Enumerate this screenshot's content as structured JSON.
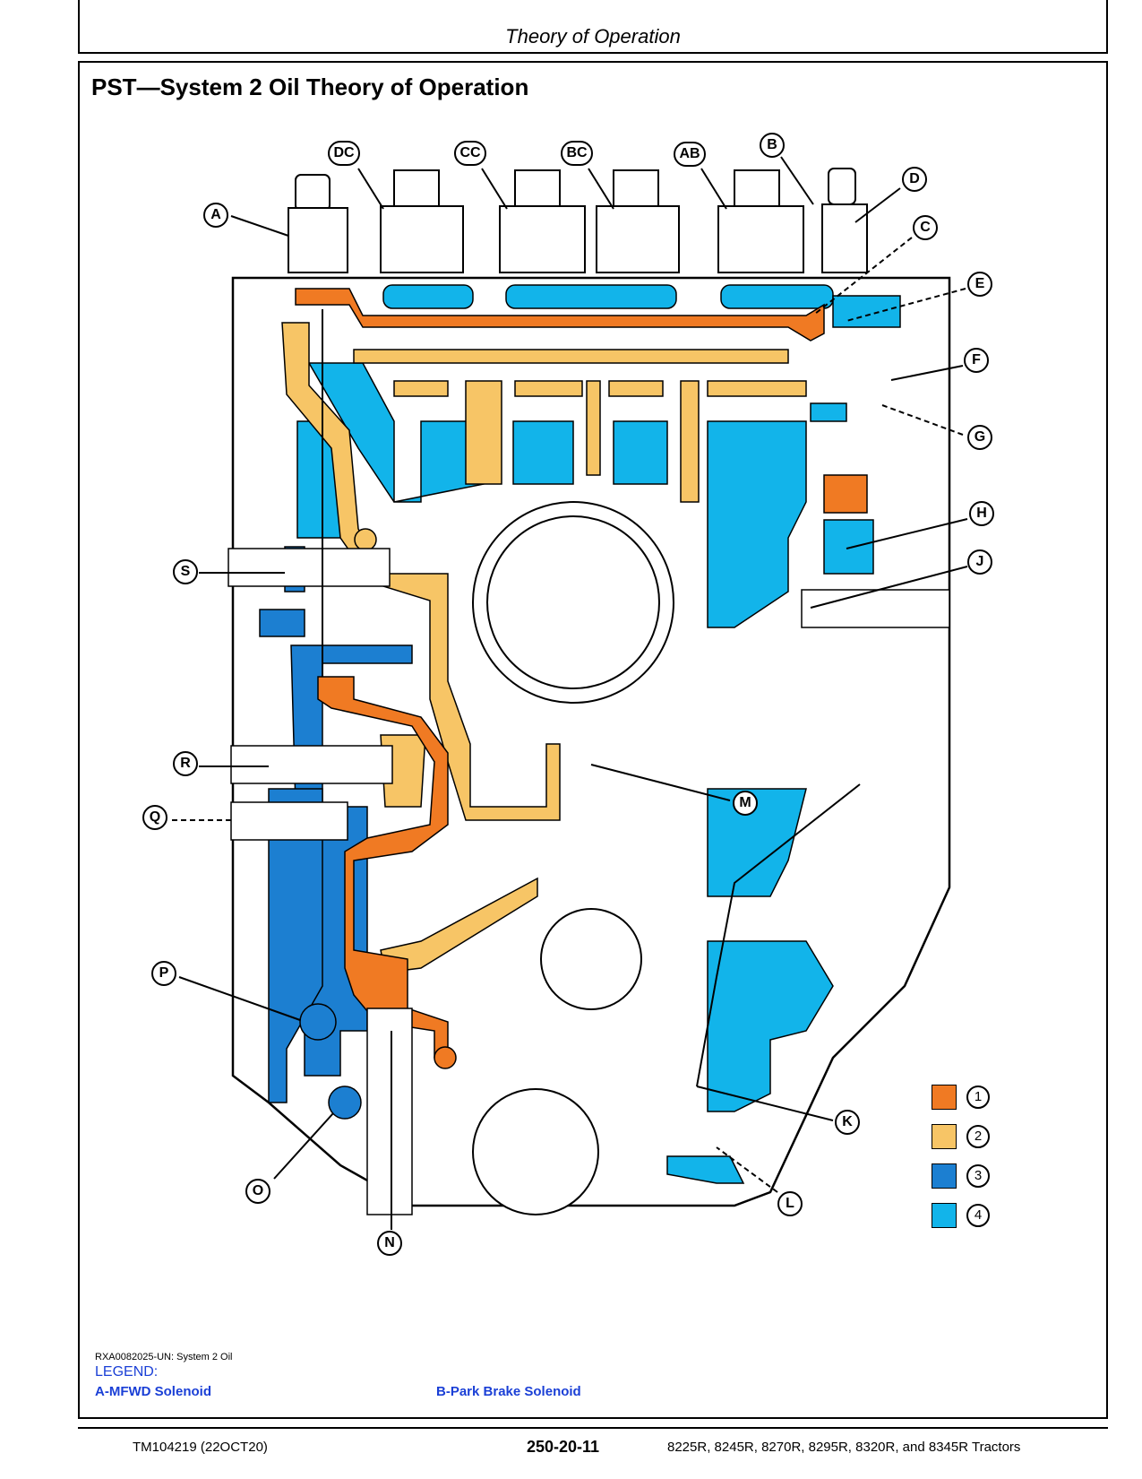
{
  "header": {
    "section": "Theory of Operation"
  },
  "title": "PST—System 2 Oil Theory of Operation",
  "diagram": {
    "callouts": [
      "A",
      "B",
      "C",
      "D",
      "E",
      "F",
      "G",
      "H",
      "J",
      "K",
      "L",
      "M",
      "N",
      "O",
      "P",
      "Q",
      "R",
      "S",
      "AB",
      "BC",
      "CC",
      "DC"
    ],
    "key": [
      {
        "label": "1",
        "color": "#f07a23"
      },
      {
        "label": "2",
        "color": "#f7c566"
      },
      {
        "label": "3",
        "color": "#1c7fd1"
      },
      {
        "label": "4",
        "color": "#12b4ea"
      }
    ]
  },
  "figure_caption": "RXA0082025-UN: System 2 Oil",
  "legend": {
    "label": "LEGEND:",
    "a": "A-MFWD Solenoid",
    "b": "B-Park Brake Solenoid"
  },
  "footer": {
    "left": "TM104219 (22OCT20)",
    "center": "250-20-11",
    "right": "8225R, 8245R, 8270R, 8295R, 8320R, and 8345R Tractors"
  }
}
